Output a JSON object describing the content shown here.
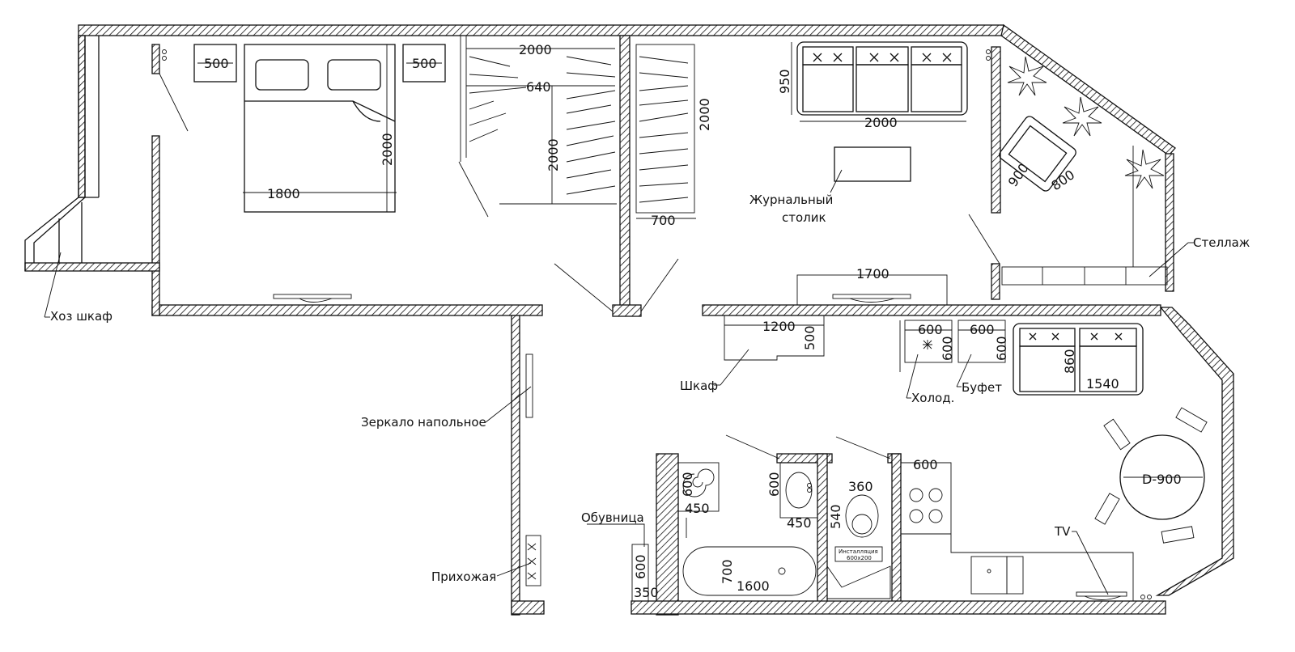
{
  "dimensions": {
    "nightstand_left": "500",
    "nightstand_right": "500",
    "bed_width": "1800",
    "bed_length": "2000",
    "closet_top": "2000",
    "closet_depth": "640",
    "closet_side": "2000",
    "wardrobe_length": "2000",
    "wardrobe_depth": "700",
    "sofa_depth": "950",
    "sofa_width": "2000",
    "armchair_w": "900",
    "armchair_d": "800",
    "tv_unit_width": "1700",
    "hall_cabinet_width": "1200",
    "hall_cabinet_depth": "500",
    "fridge_w": "600",
    "fridge_d": "600",
    "buffet_w": "600",
    "buffet_d": "600",
    "kitchen_sofa_depth": "860",
    "kitchen_sofa_width": "1540",
    "table_diameter": "D-900",
    "sink_depth": "600",
    "sink_width": "450",
    "washer_depth": "600",
    "washer_width": "450",
    "toilet_width": "360",
    "toilet_depth": "540",
    "stove_width": "600",
    "bathtub_width": "700",
    "bathtub_length": "1600",
    "shoe_rack_depth": "600",
    "shoe_rack_width": "350"
  },
  "labels": {
    "coffee_table": [
      "Журнальный",
      "столик"
    ],
    "shelving": "Стеллаж",
    "storage_closet": "Хоз шкаф",
    "wardrobe": "Шкаф",
    "fridge": "Холод.",
    "buffet": "Буфет",
    "floor_mirror": "Зеркало напольное",
    "shoe_rack": "Обувница",
    "hallway": "Прихожая",
    "tv": "TV",
    "installation": [
      "Инсталляция",
      "600х200"
    ]
  }
}
